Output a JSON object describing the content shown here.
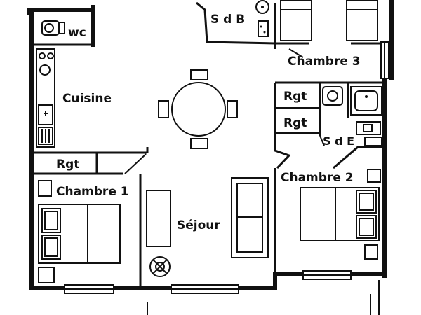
{
  "plan": {
    "rooms": {
      "wc": "wc",
      "sdb": "S d B",
      "chambre3": "Chambre 3",
      "cuisine": "Cuisine",
      "rgt_top": "Rgt",
      "rgt_mid": "Rgt",
      "sde": "S d E",
      "rgt_left": "Rgt",
      "chambre2": "Chambre 2",
      "chambre1": "Chambre 1",
      "sejour": "Séjour"
    },
    "colors": {
      "wall": "#111111",
      "background": "#ffffff"
    }
  }
}
